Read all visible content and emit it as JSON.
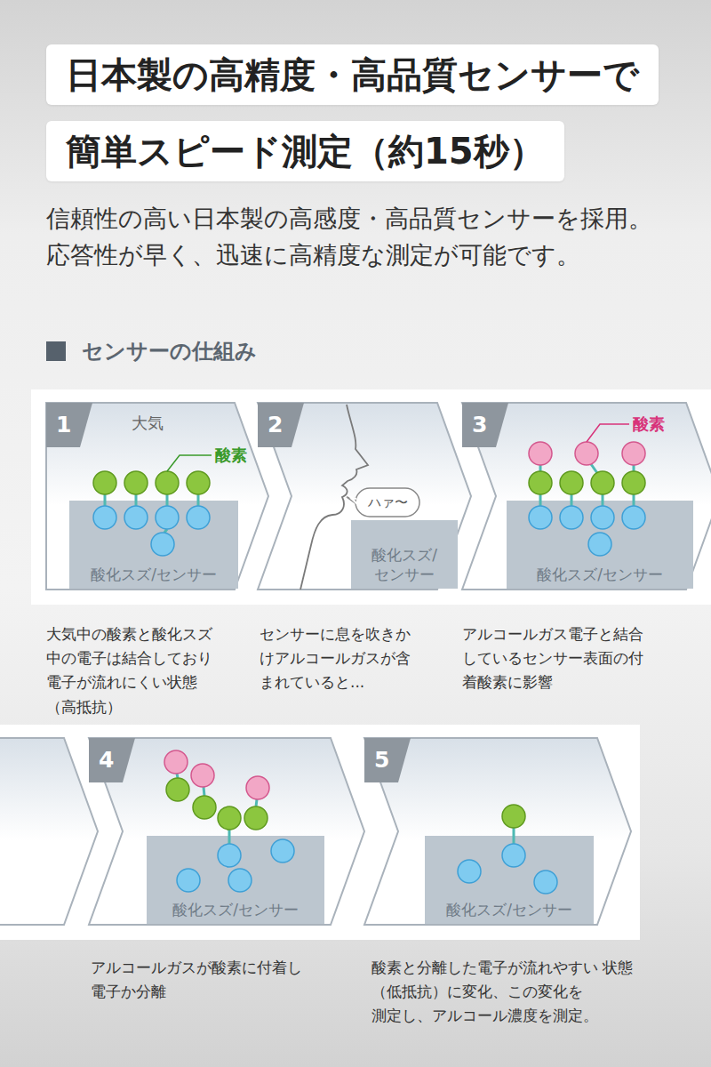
{
  "diagram": {
    "nodes": [
      {
        "text": [
          "日本製の高精度・高品質センサーで"
        ]
      },
      {
        "text": [
          "簡単スピード測定（約15秒）"
        ]
      },
      {
        "text": [
          "1",
          "大気",
          "酸素",
          "大気中の酸素と酸化スズ 中の電子は結合しており 電子が流れにくい状態 （高抵抗）"
        ]
      },
      {
        "text": [
          "酸化スズ/センサー"
        ],
        "in": 2
      },
      {
        "text": [
          "2",
          "センサーに息を吹きか けアルコールガスが含 まれていると..."
        ]
      },
      {
        "text": [
          "ハァ〜"
        ],
        "in": 4
      },
      {
        "text": [
          "酸化スズ/ センサー"
        ],
        "in": 4
      },
      {
        "text": [
          "3",
          "酸素",
          "アルコールガス電子と結合 しているセンサー表面の付 着酸素に影響"
        ]
      },
      {
        "text": [
          "酸化スズ/センサー"
        ],
        "in": 7
      },
      {
        "text": [
          "4",
          "アルコールガスが酸素に付着し 電子か分離"
        ]
      },
      {
        "text": [
          "酸化スズ/センサー"
        ],
        "in": 9
      },
      {
        "text": [
          "5",
          "酸素と分離した電子が流れやすい 状態（低抵抗）に変化、この変化を 測定し、アルコール濃度を測定。"
        ]
      },
      {
        "text": [
          "酸化スズ/センサー"
        ],
        "in": 11
      }
    ],
    "labels": [
      "信頼性の高い日本製の高感度・高品質センサーを採用。 応答性が早く、迅速に高精度な測定が可能です。",
      "センサーの仕組み"
    ]
  }
}
